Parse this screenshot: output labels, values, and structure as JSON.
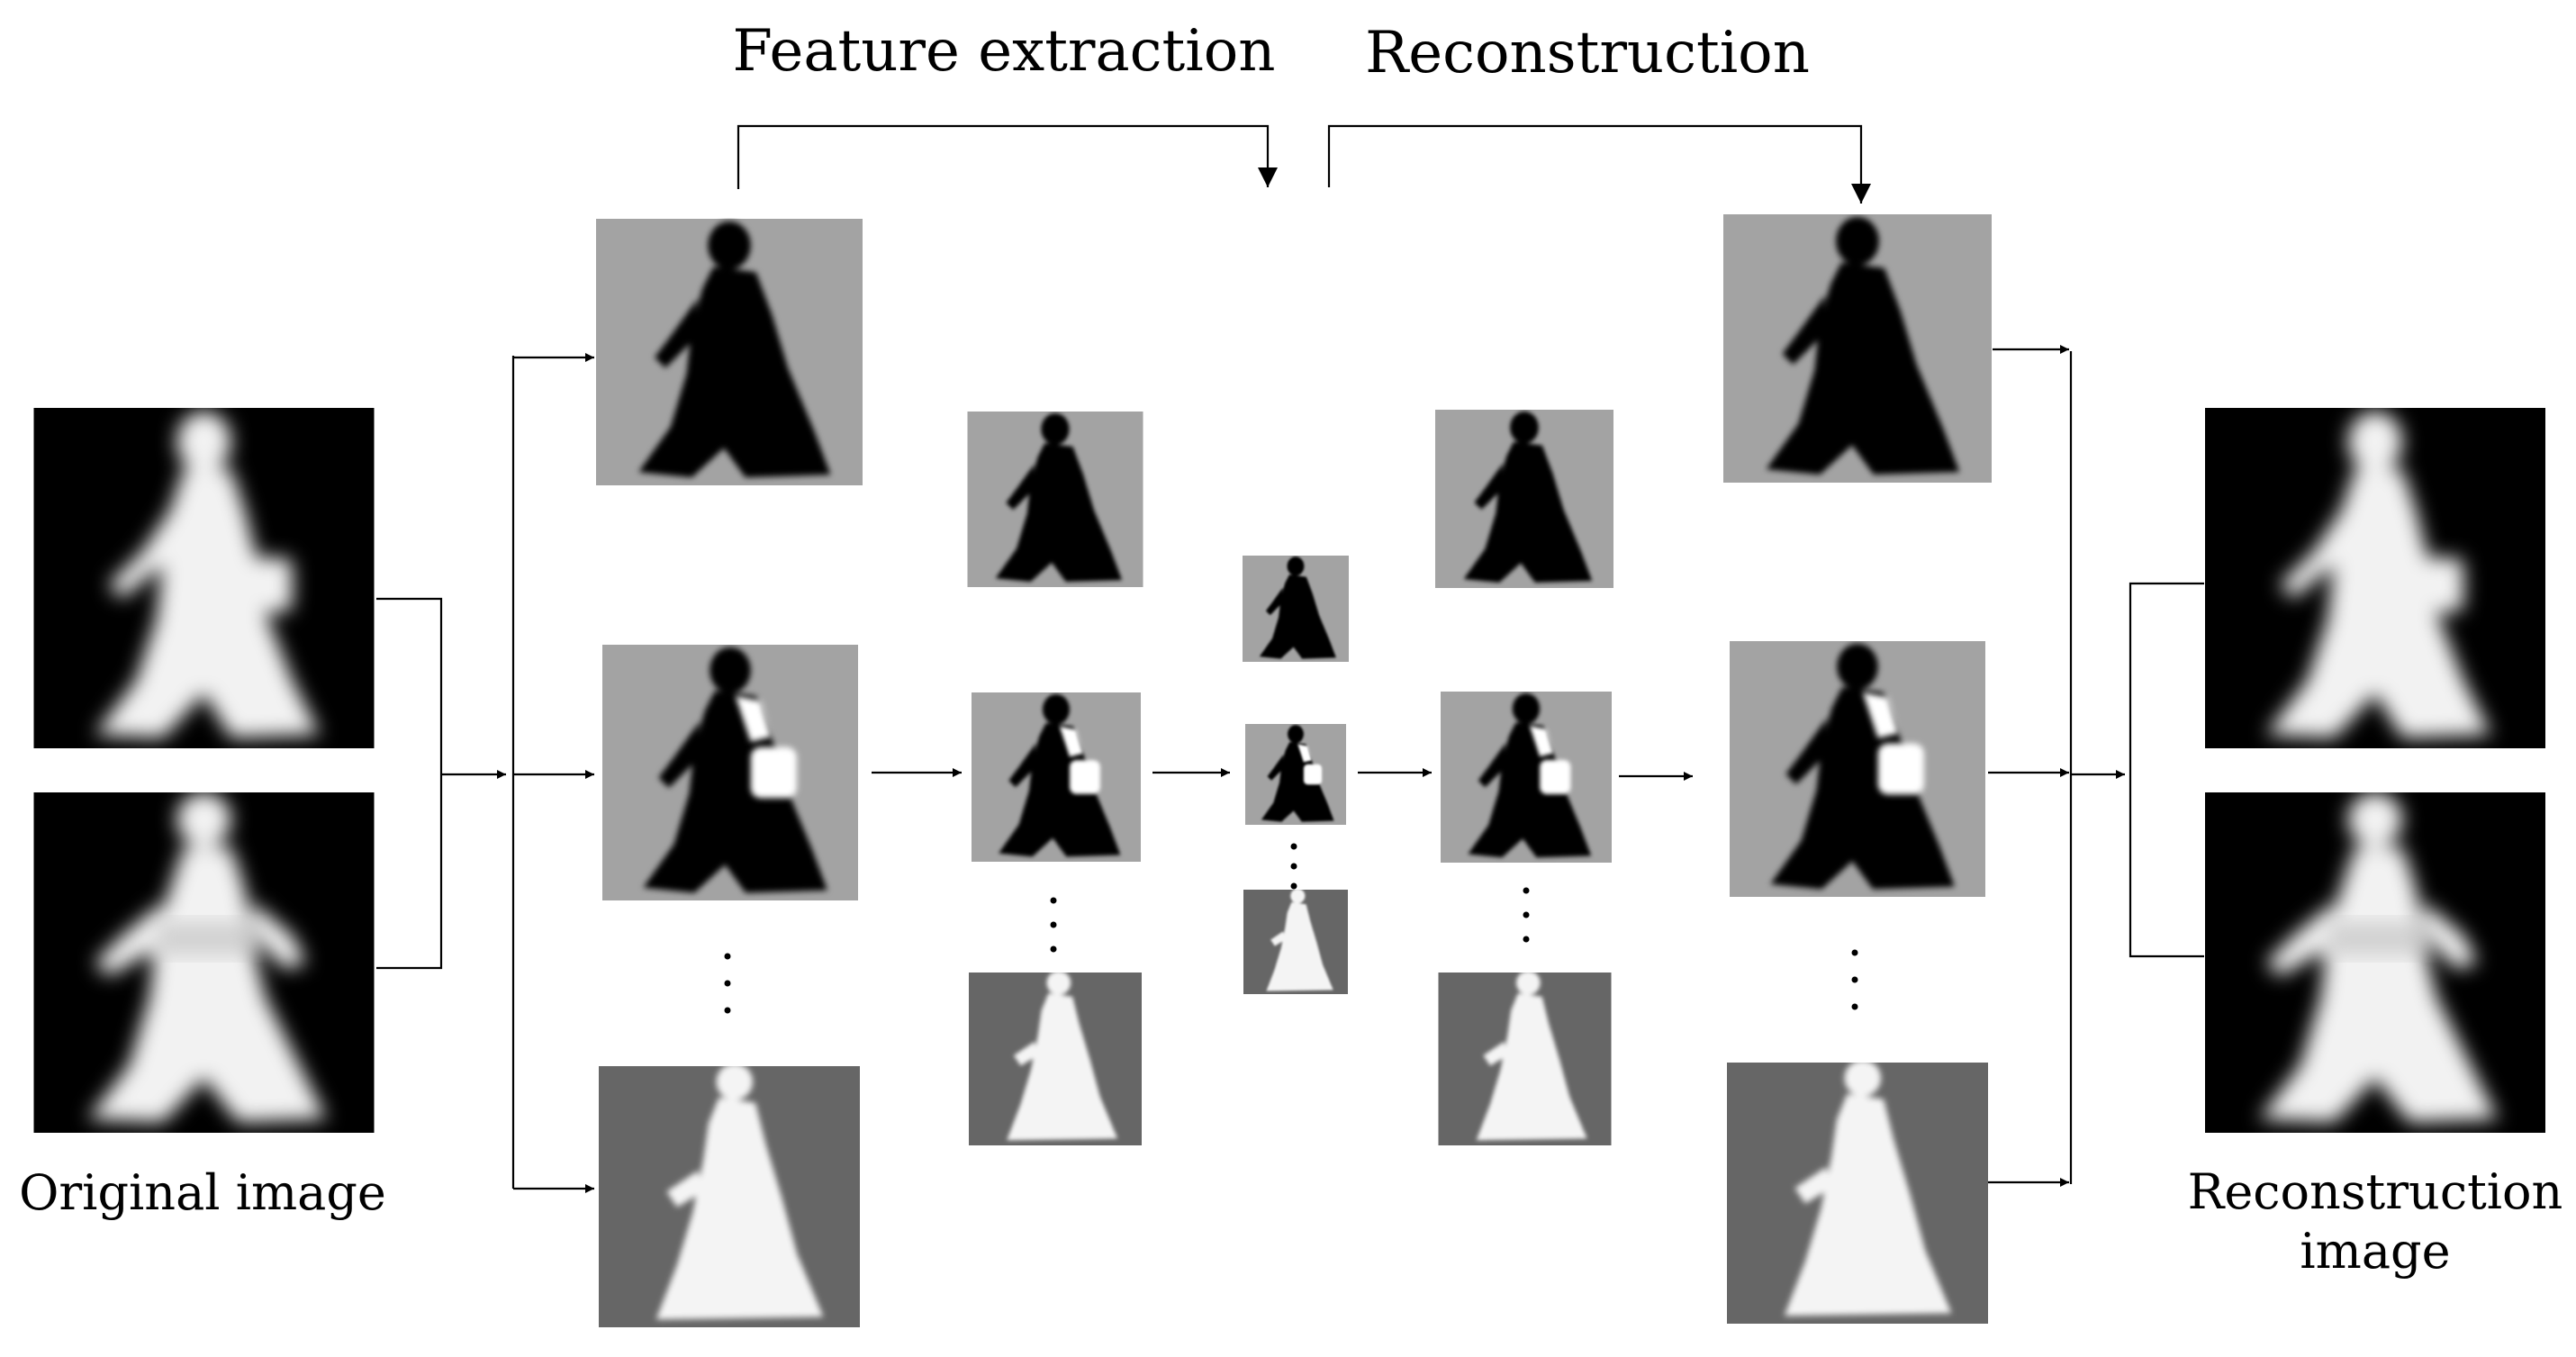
{
  "labels": {
    "feature_extraction": "Feature extraction",
    "reconstruction": "Reconstruction",
    "original_image": "Original image",
    "reconstruction_image_line1": "Reconstruction",
    "reconstruction_image_line2": "image"
  },
  "colors": {
    "background": "#ffffff",
    "image_black": "#000000",
    "feature_gray_light": "#a3a3a3",
    "feature_gray_dark": "#666666",
    "silhouette_white": "#f2f2f2",
    "silhouette_black": "#000000",
    "line": "#000000"
  },
  "icons": {
    "silhouette_original": "walking-person-gray-silhouette",
    "silhouette_feature": "walking-person-feature-map"
  }
}
